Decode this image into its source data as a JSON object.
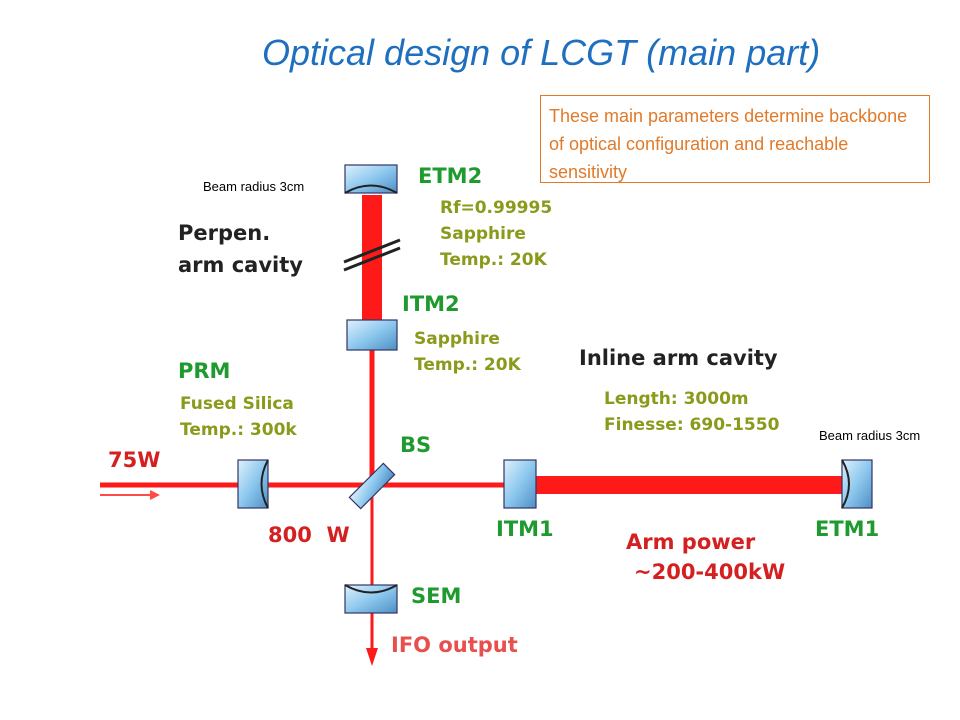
{
  "title": "Optical design of LCGT (main part)",
  "note": "These main parameters determine backbone of optical configuration and reachable sensitivity",
  "beam_radius_top": "Beam radius 3cm",
  "beam_radius_right": "Beam radius 3cm",
  "etm2": {
    "name": "ETM2",
    "rf": "Rf=0.99995",
    "material": "Sapphire",
    "temp": "Temp.: 20K"
  },
  "perp_arm": {
    "line1": "Perpen.",
    "line2": "arm cavity"
  },
  "itm2": {
    "name": "ITM2",
    "material": "Sapphire",
    "temp": "Temp.: 20K"
  },
  "prm": {
    "name": "PRM",
    "material": "Fused Silica",
    "temp": "Temp.: 300k"
  },
  "inline_arm": {
    "name": "Inline arm cavity",
    "length": "Length: 3000m",
    "finesse": "Finesse: 690-1550"
  },
  "input_power": "75W",
  "bs": "BS",
  "recycled_power": "800  W",
  "itm1": "ITM1",
  "etm1": "ETM1",
  "arm_power": {
    "line1": "Arm power",
    "line2": "~200-400kW"
  },
  "sem": "SEM",
  "output": "IFO output",
  "colors": {
    "title": "#1f6fbf",
    "note": "#e07a2a",
    "beam": "#ff1a1a",
    "mirror": "#8ec8ee",
    "green_label": "#1f9a2f",
    "olive_label": "#8a9a1a"
  }
}
